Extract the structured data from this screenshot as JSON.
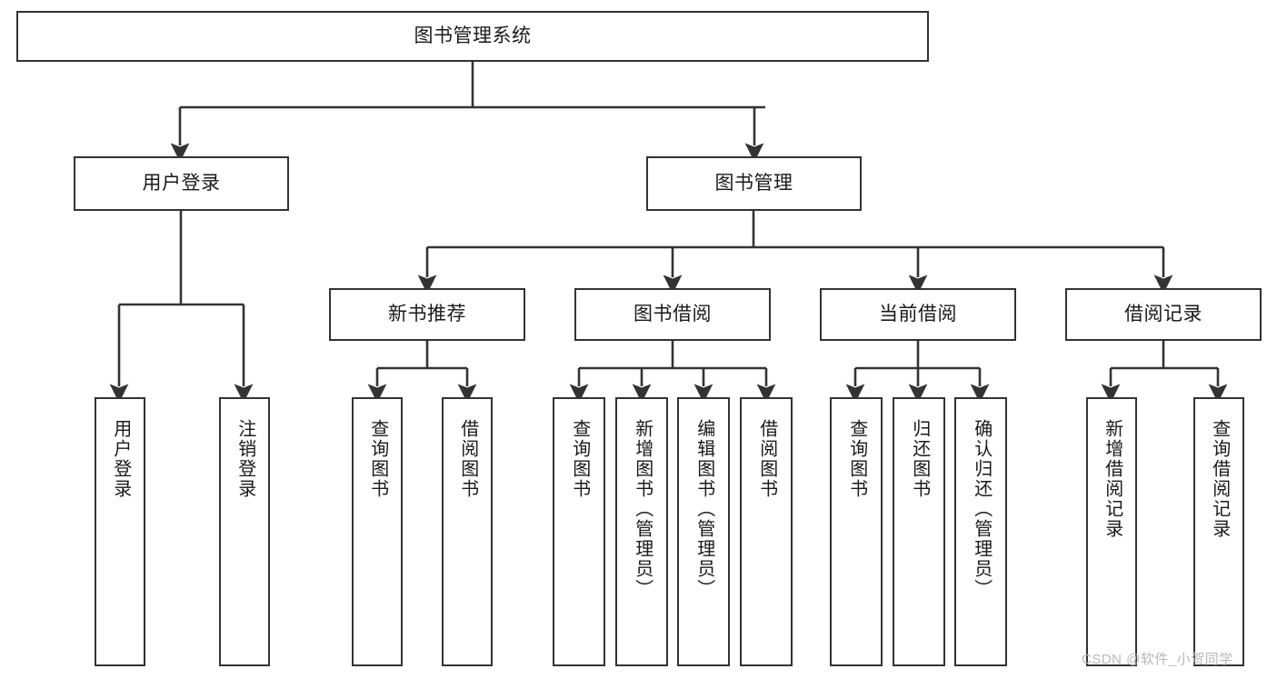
{
  "diagram": {
    "type": "tree",
    "title": "图书管理系统",
    "style": {
      "border_color": "#333333",
      "fill_color": "#ffffff",
      "text_color": "#1a1a1a",
      "background": "#ffffff",
      "watermark_color": "#b8b8b8"
    },
    "root": {
      "label": "图书管理系统"
    },
    "level2": [
      {
        "label": "用户登录"
      },
      {
        "label": "图书管理"
      }
    ],
    "level3": [
      {
        "label": "新书推荐"
      },
      {
        "label": "图书借阅"
      },
      {
        "label": "当前借阅"
      },
      {
        "label": "借阅记录"
      }
    ],
    "leaves": {
      "user_login": [
        {
          "label": "用户登录"
        },
        {
          "label": "注销登录"
        }
      ],
      "new_book_recommend": [
        {
          "label": "查询图书"
        },
        {
          "label": "借阅图书"
        }
      ],
      "book_borrow": [
        {
          "label": "查询图书"
        },
        {
          "label": "新增图书（管理员）"
        },
        {
          "label": "编辑图书（管理员）"
        },
        {
          "label": "借阅图书"
        }
      ],
      "current_borrow": [
        {
          "label": "查询图书"
        },
        {
          "label": "归还图书"
        },
        {
          "label": "确认归还（管理员）"
        }
      ],
      "borrow_record": [
        {
          "label": "新增借阅记录"
        },
        {
          "label": "查询借阅记录"
        }
      ]
    }
  },
  "watermark": {
    "text": "CSDN @软件_小贺同学"
  }
}
